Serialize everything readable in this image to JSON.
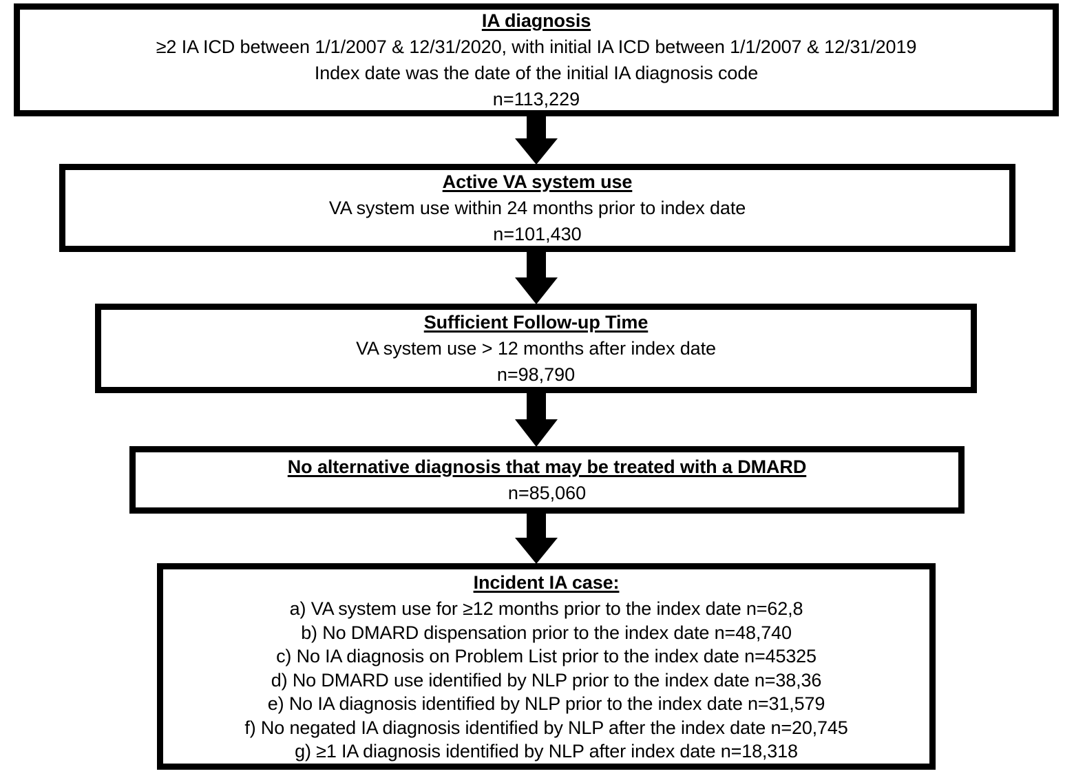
{
  "diagram": {
    "type": "flowchart",
    "orientation": "vertical",
    "accent_color": "#000000",
    "background_color": "#ffffff",
    "nodes": [
      {
        "id": "ia-diagnosis",
        "title": "IA diagnosis",
        "lines": [
          "≥2 IA ICD between 1/1/2007 & 12/31/2020, with initial IA ICD between 1/1/2007 & 12/31/2019",
          "Index date was the date of the initial IA diagnosis code"
        ],
        "count": "n=113,229"
      },
      {
        "id": "active-va-use",
        "title": "Active VA system use",
        "lines": [
          "VA system use within 24 months prior to index date"
        ],
        "count": "n=101,430"
      },
      {
        "id": "followup-time",
        "title": "Sufficient Follow-up Time",
        "lines": [
          "VA system use > 12 months after index date"
        ],
        "count": "n=98,790"
      },
      {
        "id": "no-alt-diagnosis",
        "title": "No alternative diagnosis that may be treated with a DMARD",
        "lines": [],
        "count": "n=85,060"
      },
      {
        "id": "incident-case",
        "title": "Incident IA case:",
        "items": [
          "a) VA system use for ≥12 months prior to the index date n=62,8",
          "b) No DMARD dispensation prior to the index date n=48,740",
          "c) No IA diagnosis on Problem List prior to the index date n=45325",
          "d) No DMARD use identified by NLP prior to the index date n=38,36",
          "e) No IA diagnosis identified by NLP prior to the index date n=31,579",
          "f) No negated IA diagnosis identified by NLP after the index date n=20,745",
          "g) ≥1 IA diagnosis identified by NLP after index date n=18,318"
        ]
      }
    ],
    "connectors": [
      {
        "id": "arrow-1",
        "icon": "down-arrow-icon",
        "from": "ia-diagnosis",
        "to": "active-va-use"
      },
      {
        "id": "arrow-2",
        "icon": "down-arrow-icon",
        "from": "active-va-use",
        "to": "followup-time"
      },
      {
        "id": "arrow-3",
        "icon": "down-arrow-icon",
        "from": "followup-time",
        "to": "no-alt-diagnosis"
      },
      {
        "id": "arrow-4",
        "icon": "down-arrow-icon",
        "from": "no-alt-diagnosis",
        "to": "incident-case"
      }
    ]
  }
}
